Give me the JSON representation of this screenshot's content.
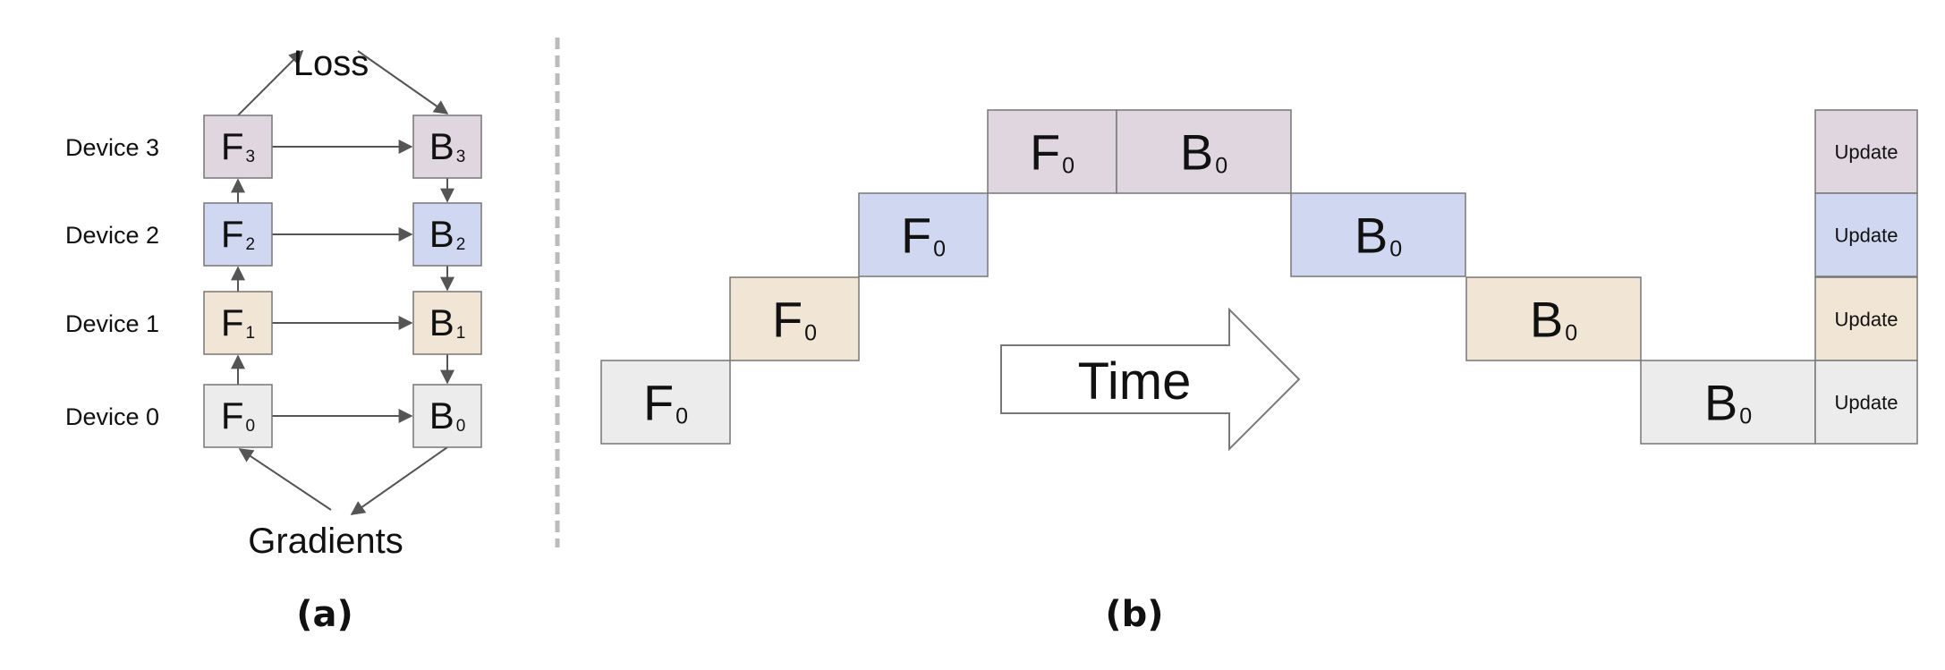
{
  "panel_a": {
    "loss_label": "Loss",
    "gradients_label": "Gradients",
    "caption": "(a)",
    "devices": [
      {
        "label": "Device 3",
        "forward": {
          "base": "F",
          "sub": "3"
        },
        "backward": {
          "base": "B",
          "sub": "3"
        },
        "color": "#e0d6df"
      },
      {
        "label": "Device 2",
        "forward": {
          "base": "F",
          "sub": "2"
        },
        "backward": {
          "base": "B",
          "sub": "2"
        },
        "color": "#cfd8f0"
      },
      {
        "label": "Device 1",
        "forward": {
          "base": "F",
          "sub": "1"
        },
        "backward": {
          "base": "B",
          "sub": "1"
        },
        "color": "#f1e6d5"
      },
      {
        "label": "Device 0",
        "forward": {
          "base": "F",
          "sub": "0"
        },
        "backward": {
          "base": "B",
          "sub": "0"
        },
        "color": "#ececec"
      }
    ]
  },
  "panel_b": {
    "caption": "(b)",
    "time_label": "Time",
    "rows": [
      {
        "device": 3,
        "forward": {
          "base": "F",
          "sub": "0"
        },
        "backward": {
          "base": "B",
          "sub": "0"
        },
        "update": "Update",
        "color": "#e0d6df"
      },
      {
        "device": 2,
        "forward": {
          "base": "F",
          "sub": "0"
        },
        "backward": {
          "base": "B",
          "sub": "0"
        },
        "update": "Update",
        "color": "#cfd8f0"
      },
      {
        "device": 1,
        "forward": {
          "base": "F",
          "sub": "0"
        },
        "backward": {
          "base": "B",
          "sub": "0"
        },
        "update": "Update",
        "color": "#f1e6d5"
      },
      {
        "device": 0,
        "forward": {
          "base": "F",
          "sub": "0"
        },
        "backward": {
          "base": "B",
          "sub": "0"
        },
        "update": "Update",
        "color": "#ececec"
      }
    ]
  },
  "colors": {
    "box_stroke": "#777777",
    "arrow": "#555555",
    "divider": "#bbbbbb"
  }
}
